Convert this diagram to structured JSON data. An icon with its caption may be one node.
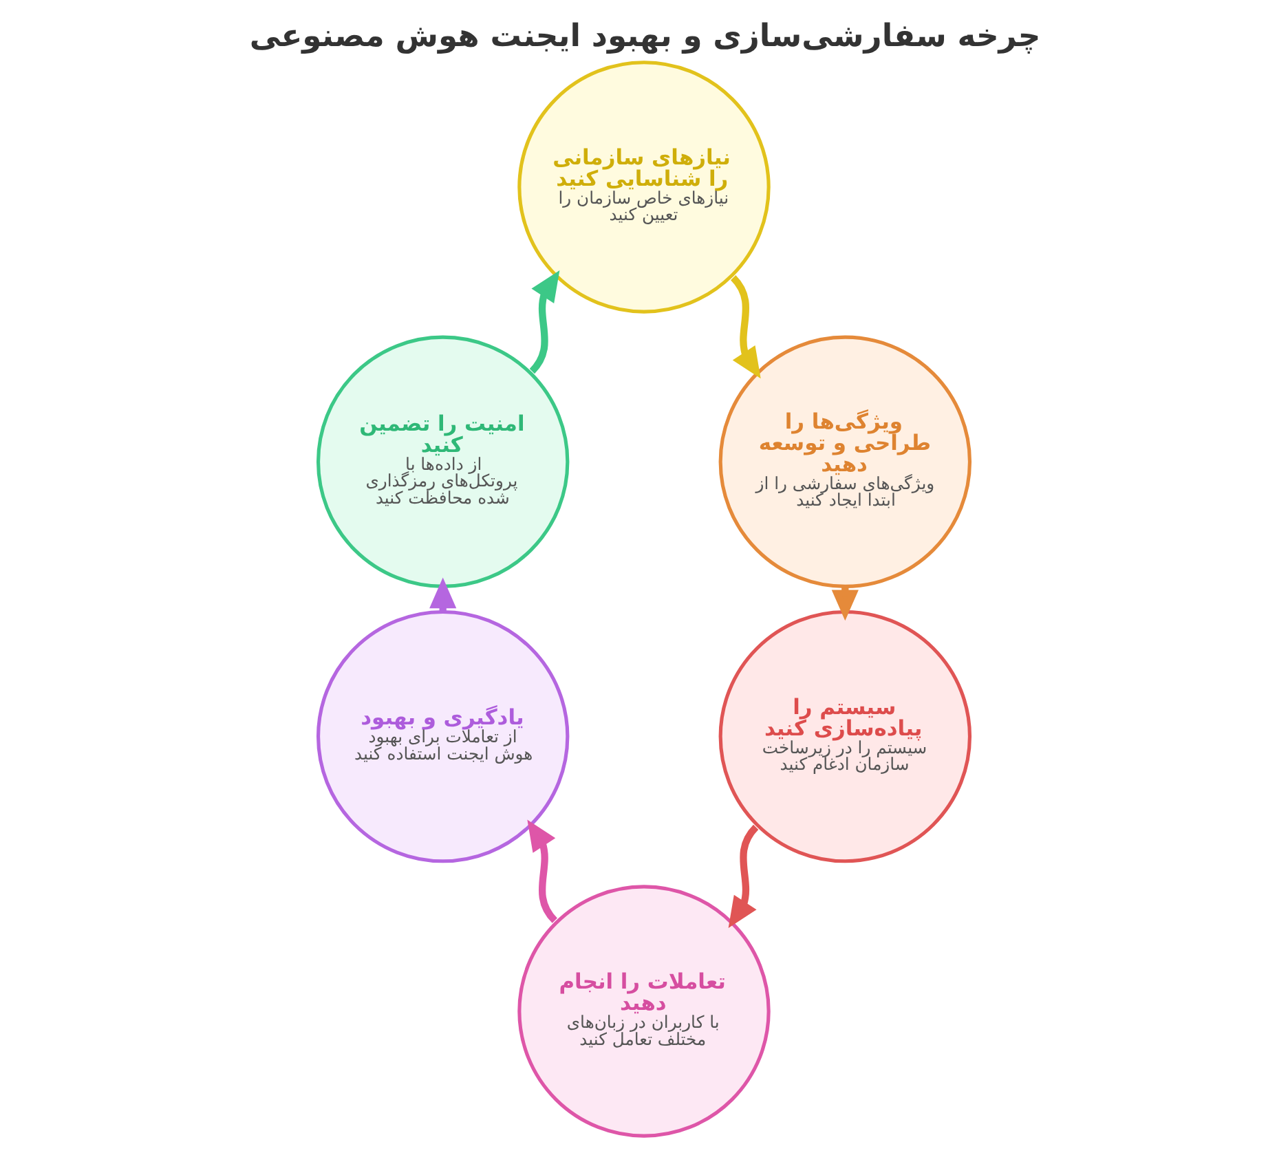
{
  "diagram": {
    "title": "چرخه سفارشی‌سازی و بهبود ایجنت هوش مصنوعی",
    "nodes": [
      {
        "text": [
          "نیازهای سازمانی را شناسایی کنید",
          "نیازهای خاص سازمان را تعیین کنید"
        ]
      },
      {
        "text": [
          "ویژگی‌ها را طراحی و توسعه دهید",
          "ویژگی‌های سفارشی را از ابتدا ایجاد کنید"
        ]
      },
      {
        "text": [
          "سیستم را پیاده‌سازی کنید",
          "سیستم را در زیرساخت سازمان ادغام کنید"
        ]
      },
      {
        "text": [
          "تعاملات را انجام دهید",
          "با کاربران در زبان‌های مختلف تعامل کنید"
        ]
      },
      {
        "text": [
          "یادگیری و بهبود",
          "از تعاملات برای بهبود هوش ایجنت استفاده کنید"
        ]
      },
      {
        "text": [
          "امنیت را تضمین کنید",
          "از داده‌ها با پروتکل‌های رمزگذاری شده محافظت کنید"
        ]
      }
    ],
    "edges": [
      {
        "from": 0,
        "to": 1,
        "arrow": "to",
        "color": "#e2c21c"
      },
      {
        "from": 1,
        "to": 2,
        "arrow": "to",
        "color": "#e58a3a"
      },
      {
        "from": 2,
        "to": 3,
        "arrow": "to",
        "color": "#e05555"
      },
      {
        "from": 3,
        "to": 4,
        "arrow": "to",
        "color": "#de56a8"
      },
      {
        "from": 4,
        "to": 5,
        "arrow": "to",
        "color": "#b566e0"
      },
      {
        "from": 5,
        "to": 0,
        "arrow": "to",
        "color": "#3cc887"
      }
    ]
  }
}
